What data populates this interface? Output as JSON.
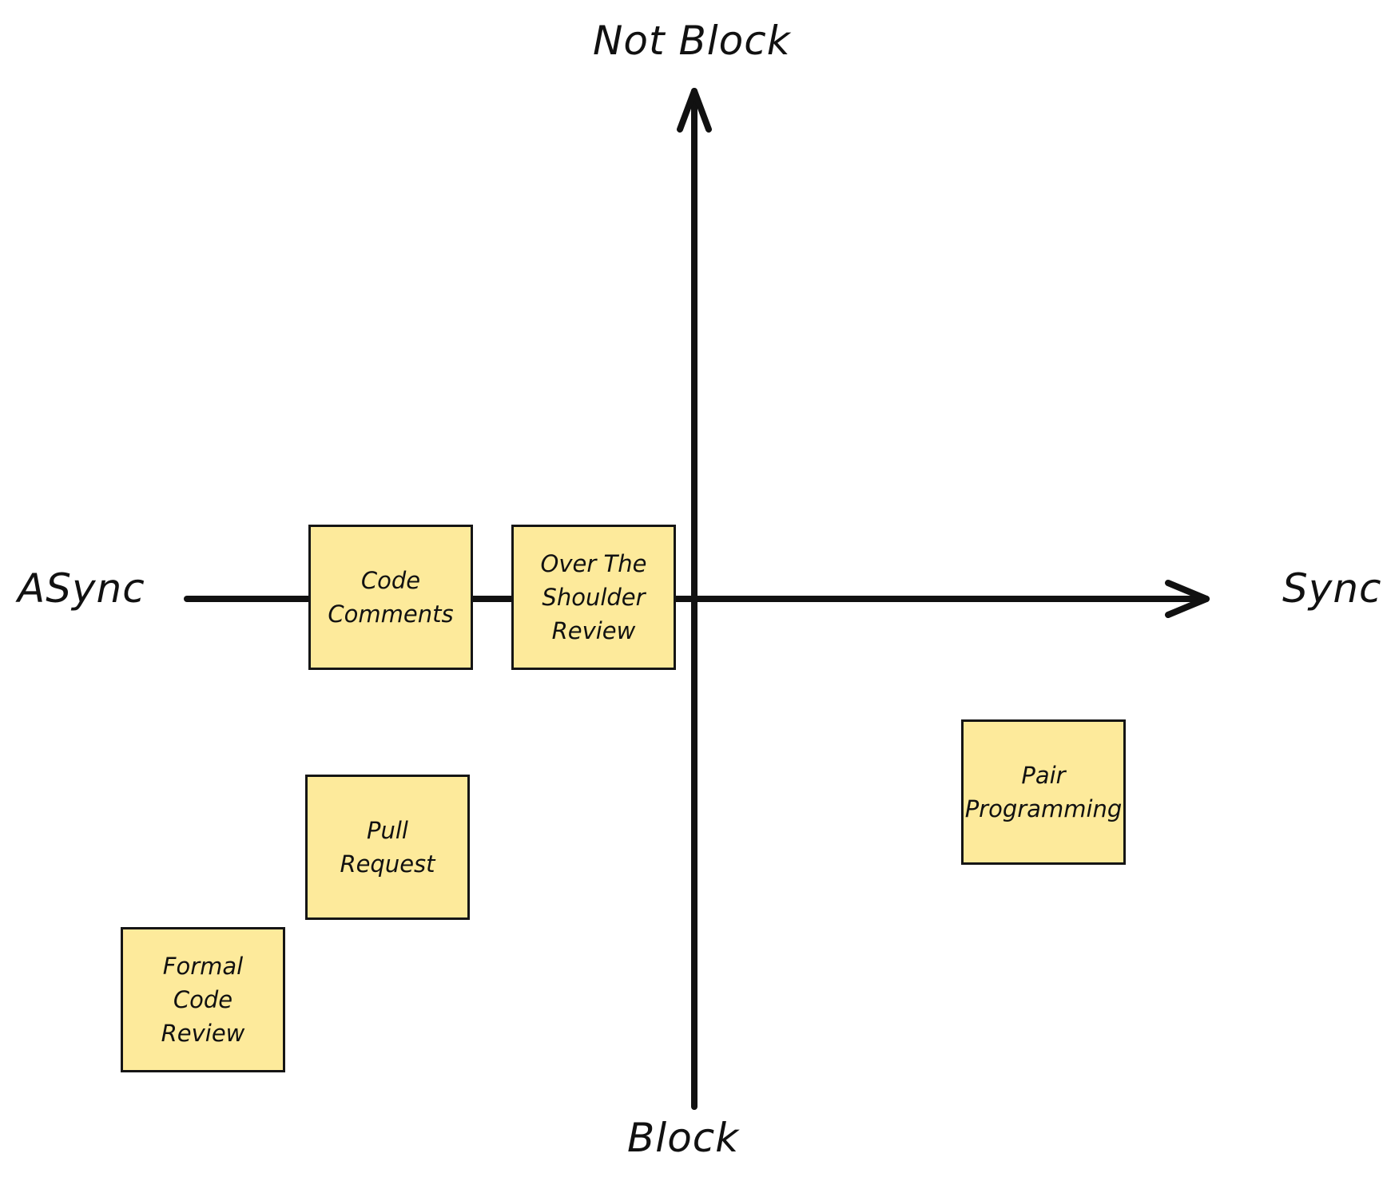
{
  "axes": {
    "top": "Not Block",
    "bottom": "Block",
    "left": "ASync",
    "right": "Sync"
  },
  "notes": {
    "code_comments": "Code\nComments",
    "over_the_shoulder": "Over The\nShoulder\nReview",
    "pull_request": "Pull\nRequest",
    "formal_code_review": "Formal\nCode\nReview",
    "pair_programming": "Pair\nProgramming"
  },
  "colors": {
    "note_fill": "#fdea9b",
    "stroke": "#111111"
  }
}
